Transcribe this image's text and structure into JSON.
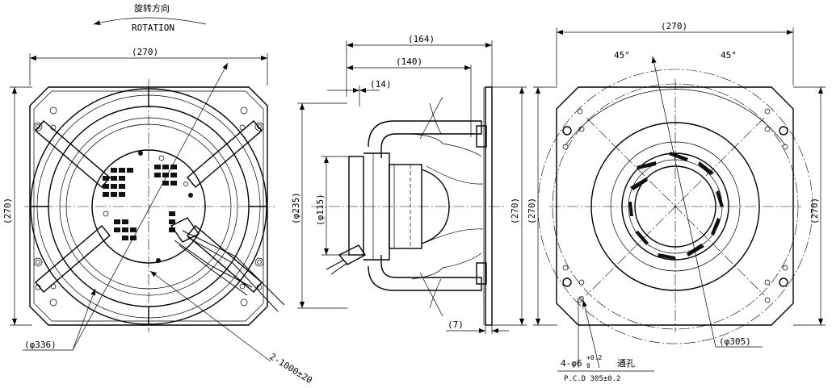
{
  "front_view": {
    "rotation_cn": "旋转方向",
    "rotation_en": "ROTATION",
    "width_dim": "(270)",
    "height_dim": "(270)",
    "diameter_dim": "(φ336)",
    "cable_dim": "2-1000±20"
  },
  "side_view": {
    "depth_total": "(164)",
    "depth_140": "(140)",
    "depth_14": "(14)",
    "dia_235": "(φ235)",
    "dia_115": "(φ115)",
    "height_dim": "(270)",
    "flange_dim": "(7)"
  },
  "rear_view": {
    "width_dim": "(270)",
    "height_dim": "(270)",
    "angle_left": "45°",
    "angle_right": "45°",
    "hole_note": "4-φ6",
    "hole_tol_upper": "+0.2",
    "hole_tol_lower": "0",
    "hole_note_suffix": "通孔",
    "pcd_note": "P.C.D 305±0.2",
    "dia_305": "(φ305)"
  }
}
